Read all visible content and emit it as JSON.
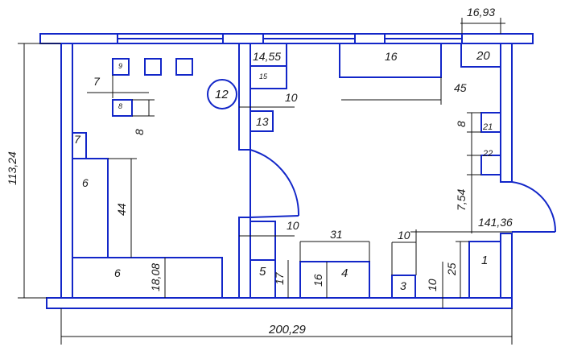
{
  "labels": {
    "dim_width_top": "16,93",
    "dim_height": "113,24",
    "dim_total_width": "200,29",
    "dim_14_55": "14,55",
    "dim_16_top": "16",
    "dim_20": "20",
    "dim_15": "15",
    "dim_45": "45",
    "dim_10_a": "10",
    "dim_13": "13",
    "dim_12": "12",
    "dim_9": "9",
    "dim_7_a": "7",
    "dim_8_small": "8",
    "dim_8_vert": "8",
    "dim_7_b": "7",
    "dim_6_a": "6",
    "dim_44": "44",
    "dim_6_b": "6",
    "dim_18_08": "18,08",
    "dim_8_right": "8",
    "dim_21": "21",
    "dim_22": "22",
    "dim_7_54": "7,54",
    "dim_141_36": "141,36",
    "dim_10_b": "10",
    "dim_31": "31",
    "dim_10_c": "10",
    "dim_1": "1",
    "dim_5": "5",
    "dim_17": "17",
    "dim_16_b": "16",
    "dim_4": "4",
    "dim_3": "3",
    "dim_10_d": "10",
    "dim_25": "25"
  },
  "colors": {
    "wall_outline": "#1226c8",
    "dimension_line": "#111111",
    "background": "#ffffff"
  }
}
